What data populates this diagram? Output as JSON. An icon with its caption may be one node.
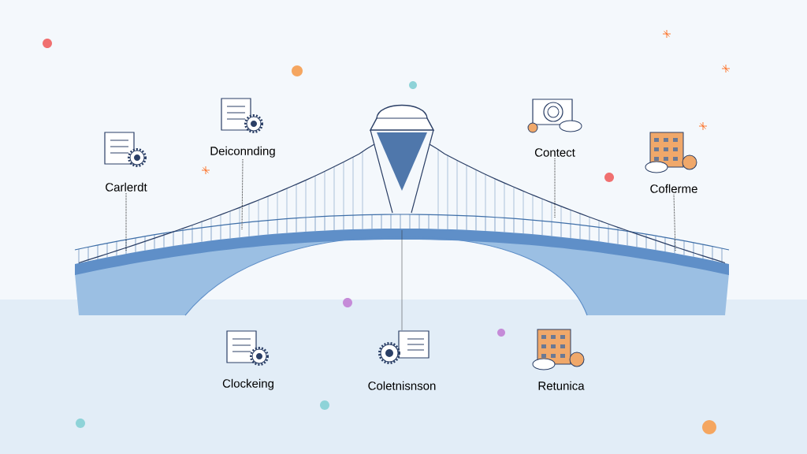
{
  "diagram": {
    "nodes": [
      {
        "text": [
          "Carlerdt"
        ]
      },
      {
        "text": [
          "Deiconnding"
        ]
      },
      {
        "text": [
          "Contect"
        ]
      },
      {
        "text": [
          "Coflerme"
        ]
      },
      {
        "text": [
          "Clockeing"
        ]
      },
      {
        "text": [
          "Coletnisnson"
        ]
      },
      {
        "text": [
          "Retunica"
        ]
      }
    ],
    "edges": [
      {
        "from": 0,
        "to": null,
        "arrow": "none",
        "style": "dashed"
      },
      {
        "from": 1,
        "to": null,
        "arrow": "none",
        "style": "dashed"
      },
      {
        "from": 2,
        "to": null,
        "arrow": "none",
        "style": "dashed"
      },
      {
        "from": 3,
        "to": null,
        "arrow": "none",
        "style": "dashed"
      },
      {
        "from": 5,
        "to": null,
        "arrow": "none",
        "style": "dashed"
      }
    ]
  }
}
